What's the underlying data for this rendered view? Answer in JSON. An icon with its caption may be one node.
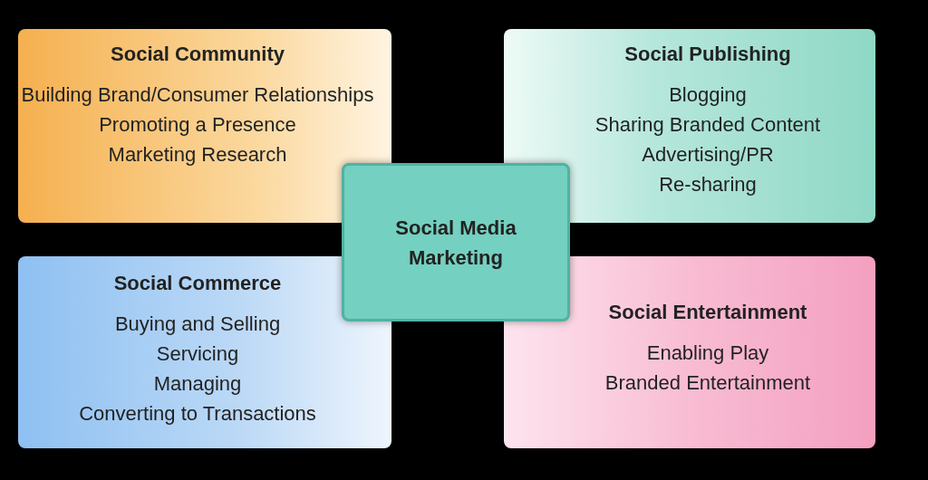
{
  "diagram": {
    "nodes": [
      {
        "text": [
          "Social Community",
          "Building Brand/Consumer Relationships",
          "Promoting a Presence",
          "Marketing Research"
        ]
      },
      {
        "text": [
          "Social Publishing",
          "Blogging",
          "Sharing Branded Content",
          "Advertising/PR",
          "Re-sharing"
        ]
      },
      {
        "text": [
          "Social Media Marketing"
        ]
      },
      {
        "text": [
          "Social Commerce",
          "Buying and Selling",
          "Servicing",
          "Managing",
          "Converting to Transactions"
        ]
      },
      {
        "text": [
          "Social Entertainment",
          "Enabling Play",
          "Branded Entertainment"
        ]
      }
    ]
  }
}
